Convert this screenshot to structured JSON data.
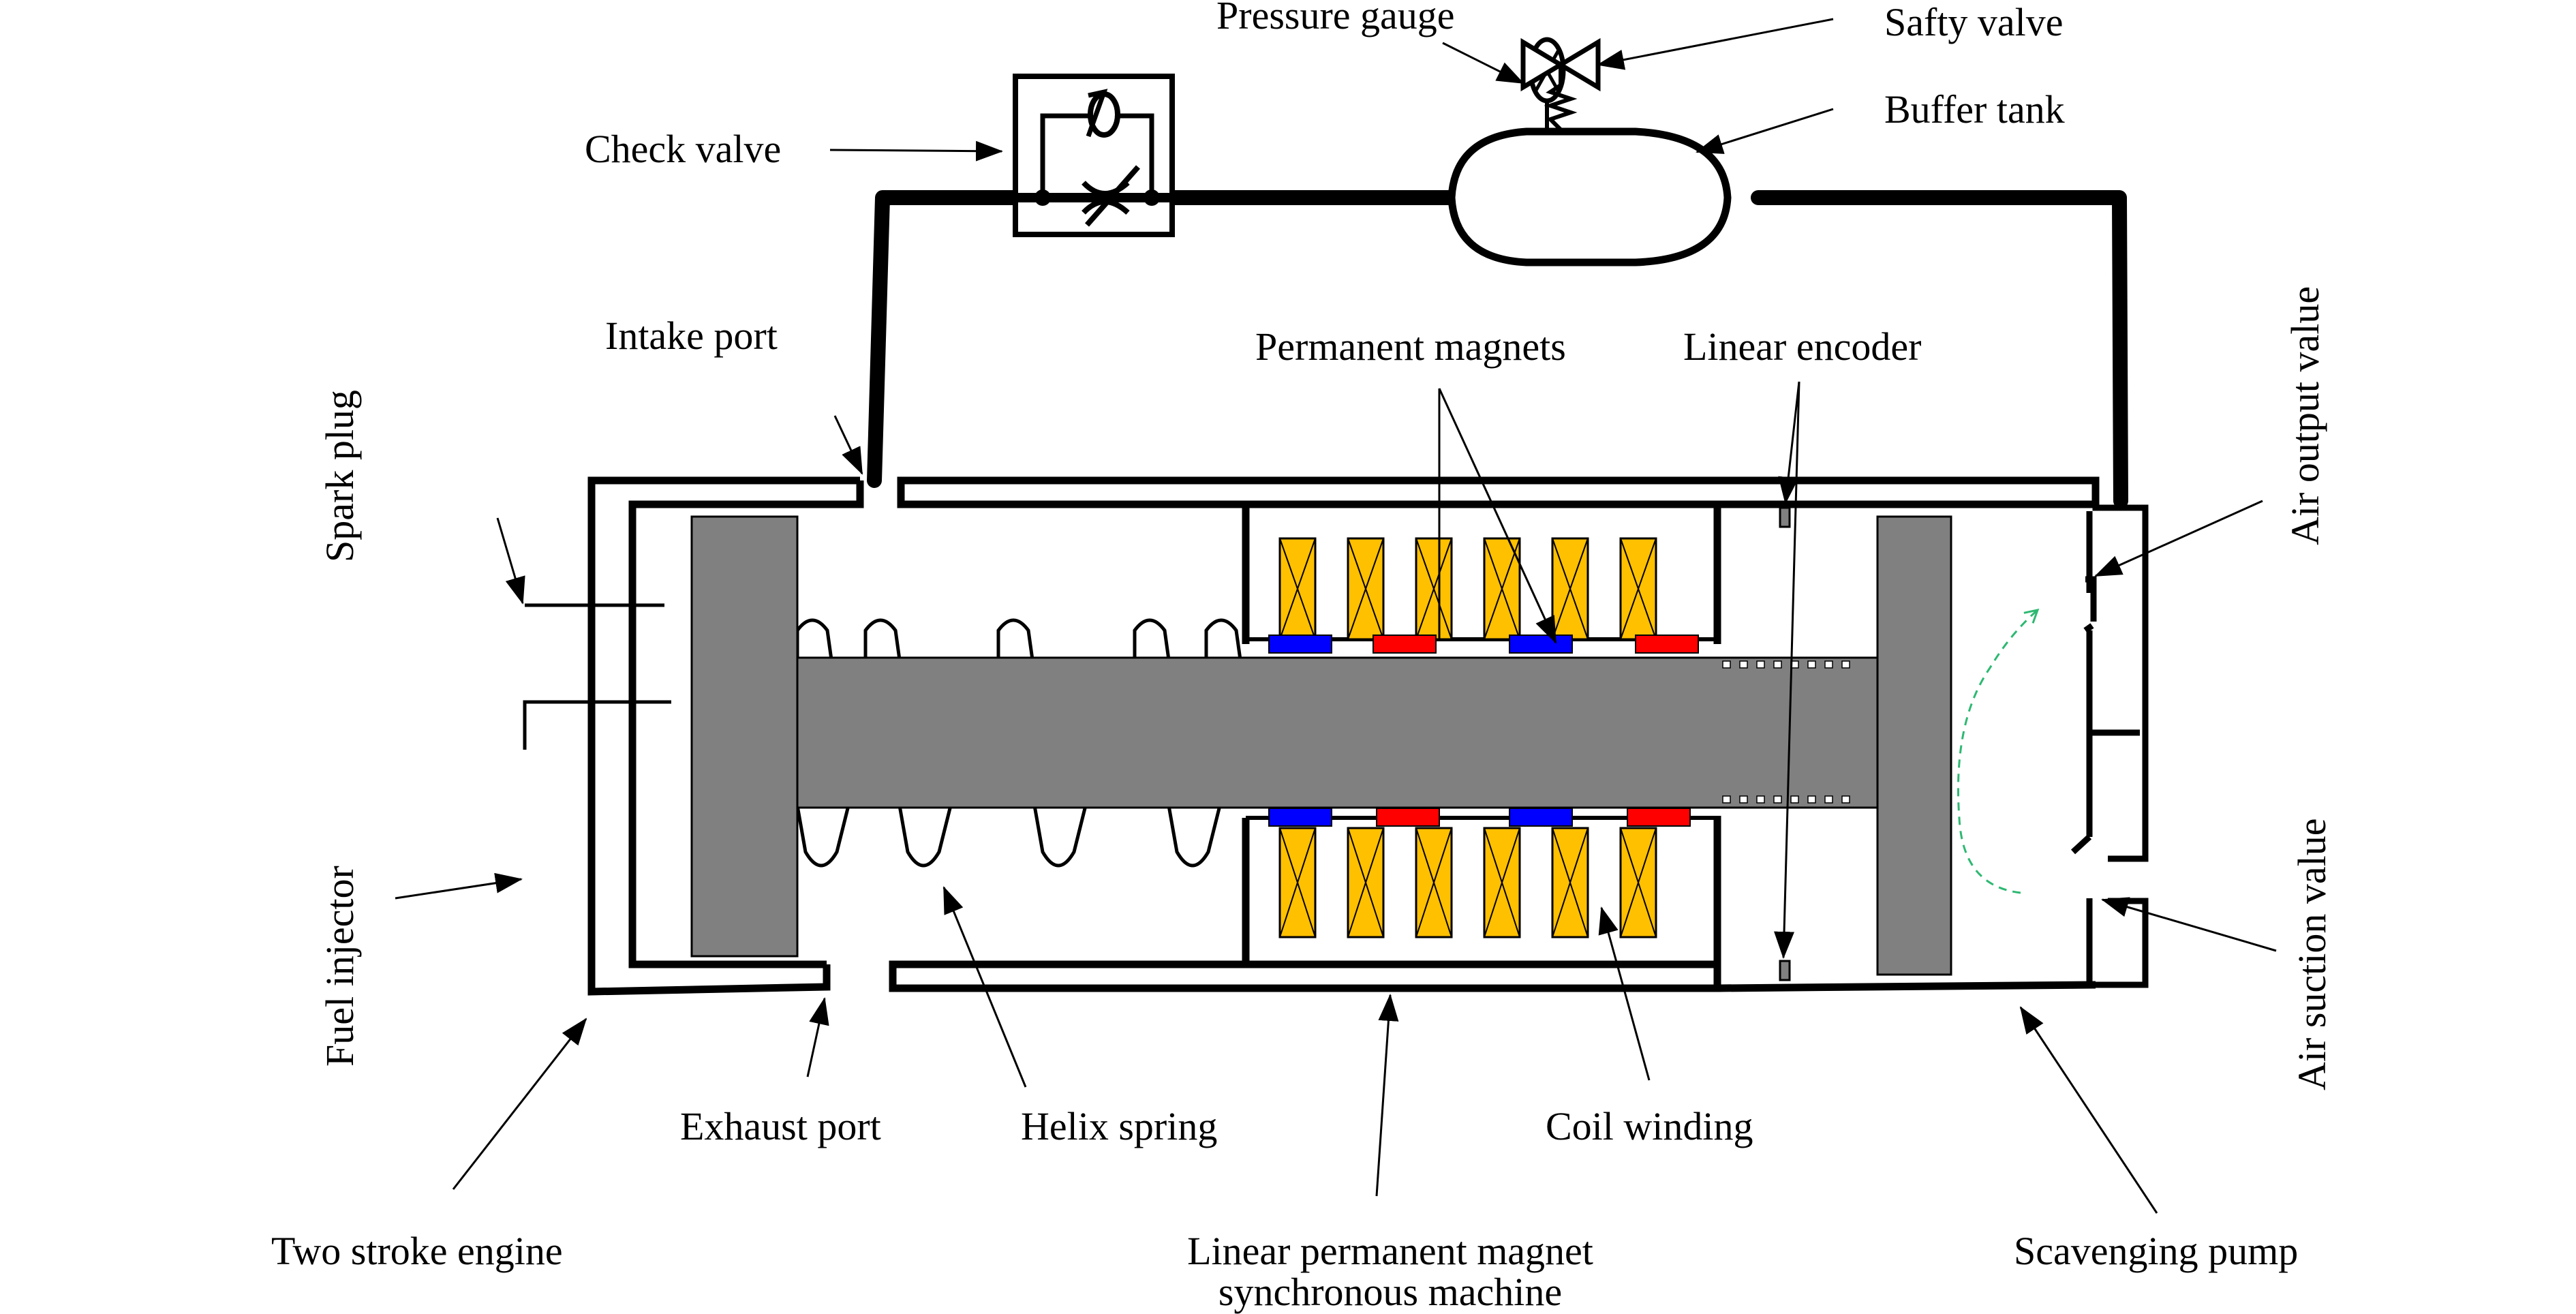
{
  "figure": {
    "title": "Free-piston linear generator system with scavenging pump",
    "colors": {
      "housing": "#000000",
      "piston": "#808080",
      "coil": "#FFC000",
      "magnet_north": "#0000FF",
      "magnet_south": "#FF0000",
      "flow_arrow": "#2EB872",
      "background": "#FFFFFF"
    }
  },
  "labels": {
    "pressure_gauge": "Pressure gauge",
    "safety_valve": "Safty valve",
    "buffer_tank": "Buffer tank",
    "check_valve": "Check valve",
    "intake_port": "Intake port",
    "permanent_magnets": "Permanent magnets",
    "linear_encoder": "Linear encoder",
    "spark_plug": "Spark plug",
    "fuel_injector": "Fuel injector",
    "air_output_valve": "Air output value",
    "air_suction_valve": "Air suction value",
    "exhaust_port": "Exhaust port",
    "helix_spring": "Helix spring",
    "coil_winding": "Coil winding",
    "two_stroke_engine": "Two stroke engine",
    "lpmsm_line1": "Linear permanent magnet",
    "lpmsm_line2": "synchronous machine",
    "scavenging_pump": "Scavenging pump"
  },
  "components": {
    "upper_magnets": [
      "north",
      "south",
      "north",
      "south"
    ],
    "lower_magnets": [
      "north",
      "south",
      "north",
      "south"
    ],
    "coils_per_side": 6,
    "encoder_marks_per_side": 8
  }
}
